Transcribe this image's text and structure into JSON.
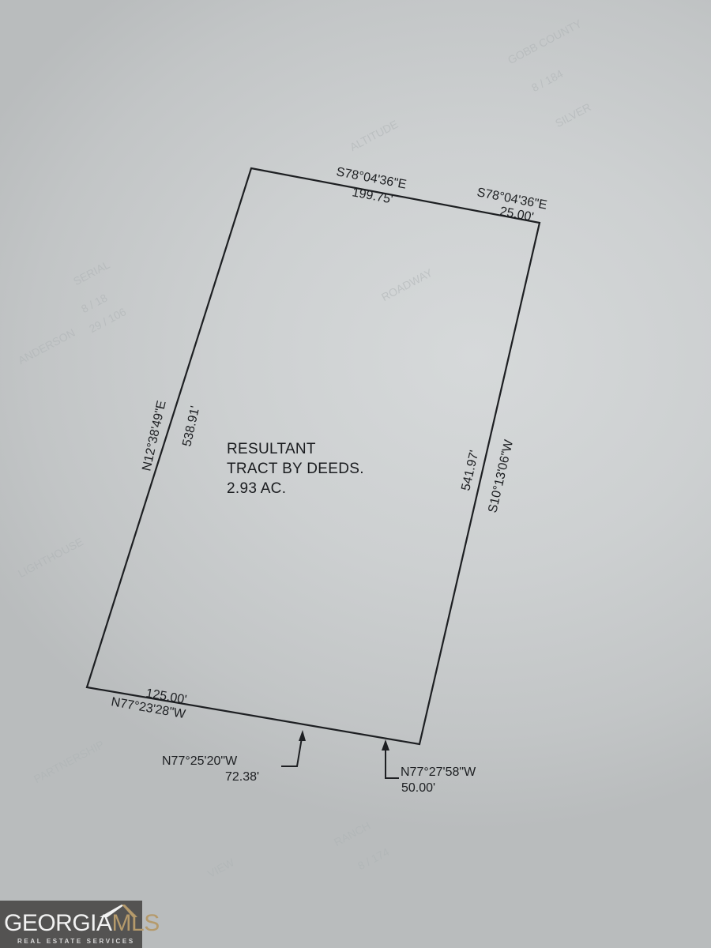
{
  "document": {
    "type": "survey plat",
    "background_color": "#cfd2d3",
    "line_color": "#1d1f22"
  },
  "tract": {
    "title_line1": "RESULTANT",
    "title_line2": "TRACT BY DEEDS.",
    "area": "2.93 AC."
  },
  "boundaries": {
    "north_a": {
      "bearing": "S78°04'36\"E",
      "distance": "199.75'"
    },
    "north_b": {
      "bearing": "S78°04'36\"E",
      "distance": "25.00'"
    },
    "east": {
      "bearing": "S10°13'06\"W",
      "distance": "541.97'"
    },
    "south_a": {
      "bearing": "N77°23'28\"W",
      "distance": "125.00'"
    },
    "south_b": {
      "bearing": "N77°25'20\"W",
      "distance": "72.38'"
    },
    "south_c": {
      "bearing": "N77°27'58\"W",
      "distance": "50.00'"
    },
    "west": {
      "bearing": "N12°38'49\"E",
      "distance": "538.91'"
    }
  },
  "watermark": {
    "brand_part1": "GEORGIA",
    "brand_part2": "MLS",
    "tagline": "REAL ESTATE SERVICES",
    "brand_color": "#545352",
    "accent_color": "#b59a6b"
  }
}
